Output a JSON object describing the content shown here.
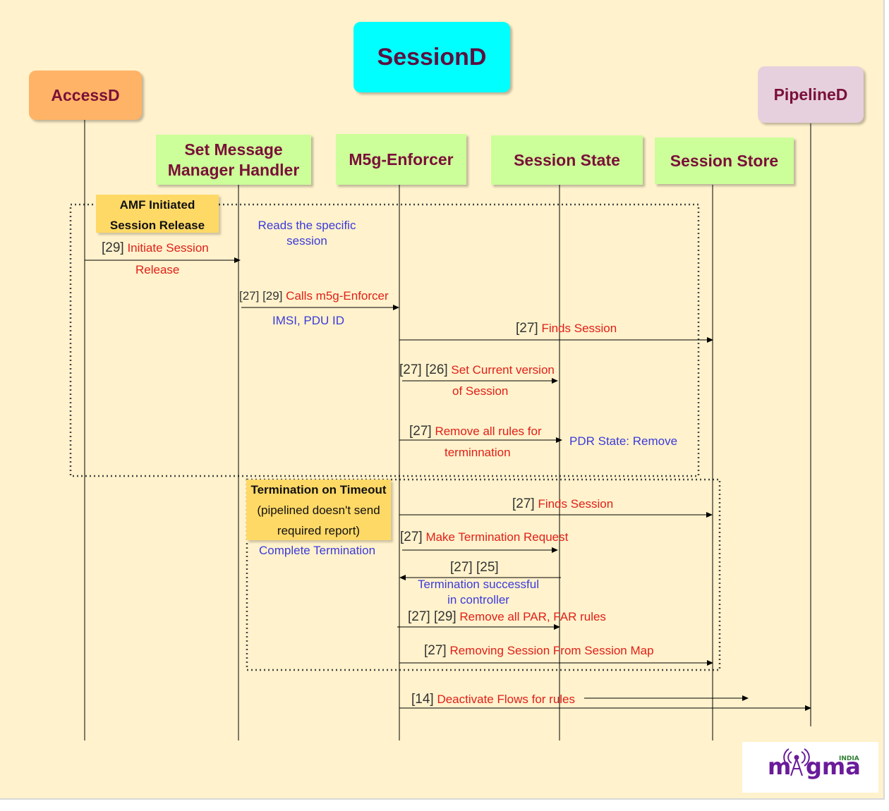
{
  "participants": {
    "sessiond": "SessionD",
    "accessd": "AccessD",
    "pipelined": "PipelineD"
  },
  "components": {
    "set_message_manager": "Set Message\nManager Handler",
    "m5g_enforcer": "M5g-Enforcer",
    "session_state": "Session State",
    "session_store": "Session Store"
  },
  "notes": {
    "amf_initiated": "AMF Initiated\nSession Release",
    "termination_timeout_title": "Termination on Timeout",
    "termination_timeout_body": "(pipelined doesn't send\nrequired report)"
  },
  "messages": {
    "reads_specific_session": "Reads the specific\nsession",
    "initiate_refs": "[29]",
    "initiate_line1": "Initiate Session",
    "initiate_line2": "Release",
    "calls_refs": "[27] [29]",
    "calls_text": "Calls m5g-Enforcer",
    "imsi_pdu": "IMSI, PDU ID",
    "finds1_refs": "[27]",
    "finds1_text": "Finds Session",
    "setver_refs": "[27] [26]",
    "setver_line1": "Set Current version",
    "setver_line2": "of Session",
    "remove_refs": "[27]",
    "remove_line1": "Remove all rules for",
    "remove_line2": "terminnation",
    "pdr_state": "PDR State: Remove",
    "finds2_refs": "[27]",
    "finds2_text": "Finds Session",
    "complete_termination": "Complete Termination",
    "maketerm_refs": "[27]",
    "maketerm_text": "Make Termination Request",
    "termsuccess_refs": "[27] [25]",
    "termsuccess_text": "Termination successful\nin controller",
    "parfar_refs": "[27] [29]",
    "parfar_text": "Remove all PAR, FAR rules",
    "removing_refs": "[27]",
    "removing_text": "Removing Session From Session Map",
    "deactivate_refs": "[14]",
    "deactivate_text": "Deactivate Flows for rules"
  },
  "logo": {
    "brand": "magma",
    "region": "INDIA"
  },
  "colors": {
    "background": "#fff2cc",
    "sessiond": "#00ffff",
    "accessd": "#ffb366",
    "pipelined": "#e6d0de",
    "component": "#ccff99",
    "note": "#ffd966",
    "action_text": "#e0201a",
    "info_text": "#3b3bdb",
    "title_text": "#7a1038"
  }
}
